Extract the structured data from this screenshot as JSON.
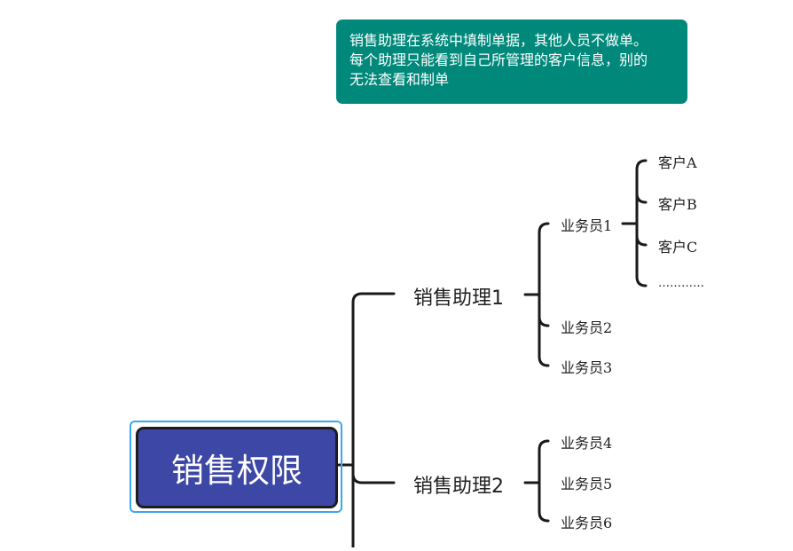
{
  "note": {
    "lines": [
      "销售助理在系统中填制单据，其他人员不做单。",
      "每个助理只能看到自己所管理的客户信息，别的",
      "无法查看和制单"
    ]
  },
  "root": {
    "label": "销售权限"
  },
  "assistants": [
    {
      "label": "销售助理1",
      "salespeople": [
        {
          "label": "业务员1",
          "customers": [
            "客户A",
            "客户B",
            "客户C",
            "…………"
          ]
        },
        {
          "label": "业务员2"
        },
        {
          "label": "业务员3"
        }
      ]
    },
    {
      "label": "销售助理2",
      "salespeople": [
        {
          "label": "业务员4"
        },
        {
          "label": "业务员5"
        },
        {
          "label": "业务员6"
        }
      ]
    }
  ],
  "colors": {
    "note_bg": "#00897b",
    "root_bg": "#3d47a5",
    "root_outline": "#3aa7f0",
    "connector": "#1a1a1a"
  }
}
